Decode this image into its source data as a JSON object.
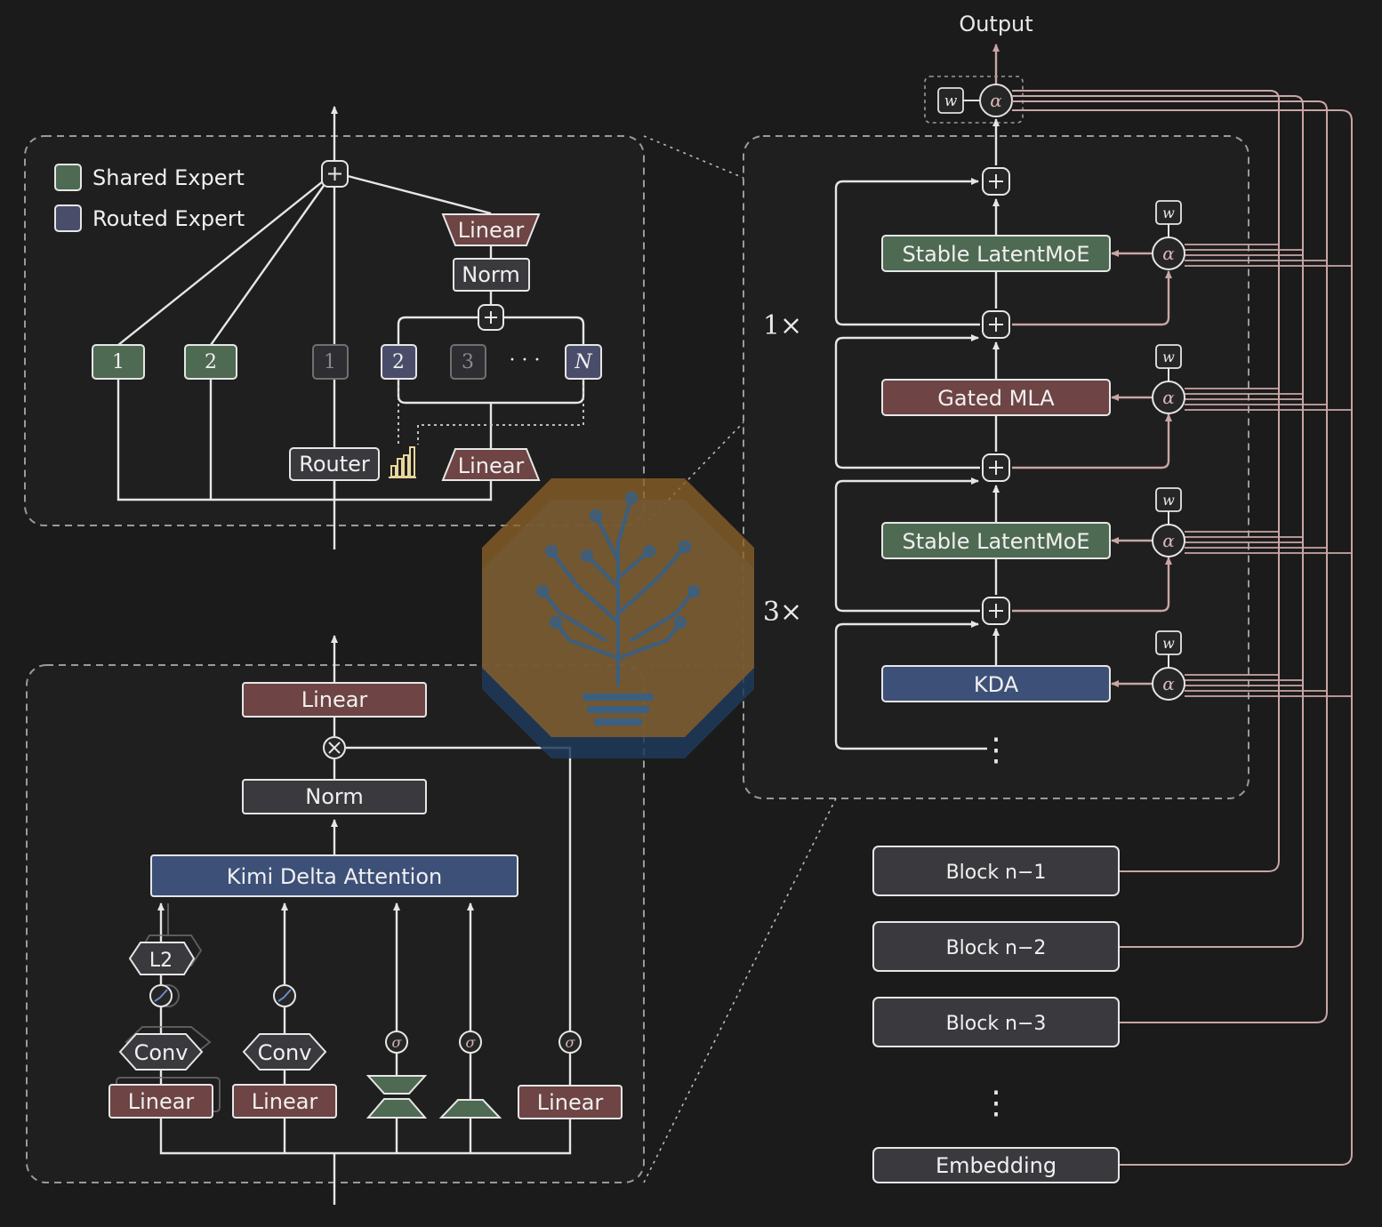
{
  "output_label": "Output",
  "legend": {
    "shared": "Shared Expert",
    "routed": "Routed Expert"
  },
  "moe": {
    "linear_top": "Linear",
    "norm": "Norm",
    "linear_bottom": "Linear",
    "router": "Router",
    "shared_experts": [
      "1",
      "2"
    ],
    "routed_experts": [
      "1",
      "2",
      "3",
      "N"
    ],
    "ellipsis": "· · ·",
    "plus": "+"
  },
  "kda": {
    "linear_top": "Linear",
    "norm": "Norm",
    "attention": "Kimi Delta Attention",
    "l2": "L2",
    "conv1": "Conv",
    "conv2": "Conv",
    "linear1": "Linear",
    "linear2": "Linear",
    "linear3": "Linear",
    "sigma": "σ",
    "times": "⊗"
  },
  "stack": {
    "blocks": [
      "Stable LatentMoE",
      "Gated MLA",
      "Stable LatentMoE",
      "KDA"
    ],
    "repeat_1": "1×",
    "repeat_3": "3×",
    "w": "w",
    "alpha": "α",
    "vdots": "⋮"
  },
  "history": {
    "blocks": [
      "Block n−1",
      "Block n−2",
      "Block n−3"
    ],
    "embedding": "Embedding",
    "vdots": "⋮"
  },
  "colors": {
    "background": "#1b1b1b",
    "shared_green": "#4f6a52",
    "routed_navy": "#4a4d6a",
    "linear_maroon": "#6e4444",
    "kda_blue": "#3d5078",
    "neutral_box": "#3a3a3e",
    "line": "#e6e6e6",
    "residual_pink": "#c9a5a5"
  }
}
